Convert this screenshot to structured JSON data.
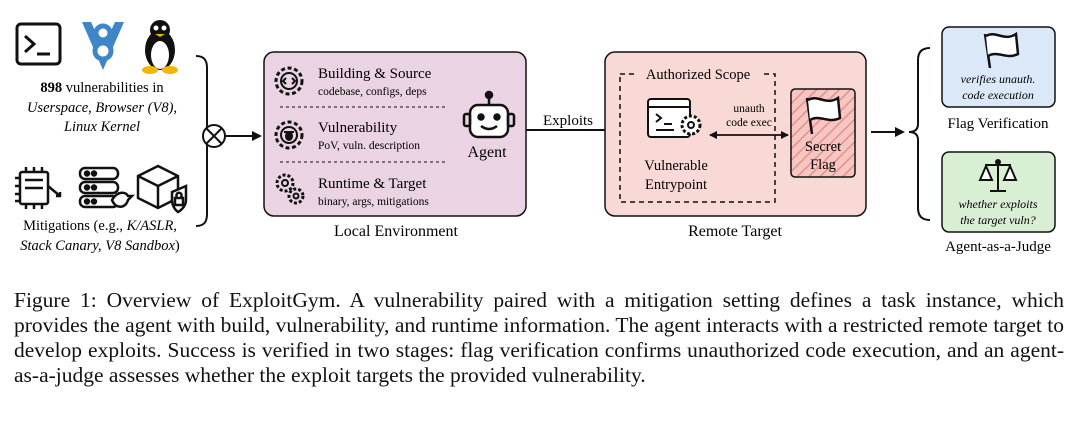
{
  "left": {
    "vuln_count": "898",
    "vuln_rest": " vulnerabilities in",
    "vuln_line2": "Userspace, Browser (V8),",
    "vuln_line3": "Linux Kernel",
    "mitig_line1_a": "Mitigations (e.g., ",
    "mitig_line1_b": "K/ASLR,",
    "mitig_line2": "Stack Canary, V8 Sandbox",
    "mitig_line2_close": ")"
  },
  "local_env": {
    "caption": "Local Environment",
    "items": [
      {
        "title": "Building & Source",
        "detail": "codebase, configs, deps"
      },
      {
        "title": "Vulnerability",
        "detail": "PoV, vuln. description"
      },
      {
        "title": "Runtime & Target",
        "detail": "binary, args, mitigations"
      }
    ],
    "agent_label": "Agent"
  },
  "exploits_label": "Exploits",
  "remote": {
    "caption": "Remote Target",
    "scope_label": "Authorized Scope",
    "entry_line1": "Vulnerable",
    "entry_line2": "Entrypoint",
    "unauth_line1": "unauth",
    "unauth_line2": "code exec",
    "flag_line1": "Secret",
    "flag_line2": "Flag"
  },
  "right": {
    "flag_verif_text1": "verifies unauth.",
    "flag_verif_text2": "code execution",
    "flag_verif_caption": "Flag Verification",
    "judge_text1": "whether exploits",
    "judge_text2": "the target vuln?",
    "judge_caption": "Agent-as-a-Judge"
  },
  "caption": "Figure 1: Overview of ExploitGym. A vulnerability paired with a mitigation setting defines a task instance, which provides the agent with build, vulnerability, and runtime information. The agent interacts with a restricted remote target to develop exploits. Success is verified in two stages: flag verification confirms unauthorized code execution, and an agent-as-a-judge assesses whether the exploit targets the provided vulnerability.",
  "colors": {
    "local_fill": "#ead3e2",
    "remote_fill": "#f9d9d5",
    "flag_verif_fill": "#dbe8f7",
    "judge_fill": "#d9efd4"
  },
  "icons": [
    "terminal-icon",
    "v8-icon",
    "linux-penguin-icon",
    "chip-icon",
    "server-bird-icon",
    "cube-lock-icon",
    "gear-code-icon",
    "gear-bug-icon",
    "gears-icon",
    "robot-icon",
    "code-window-gear-icon",
    "flag-icon",
    "scales-icon"
  ]
}
